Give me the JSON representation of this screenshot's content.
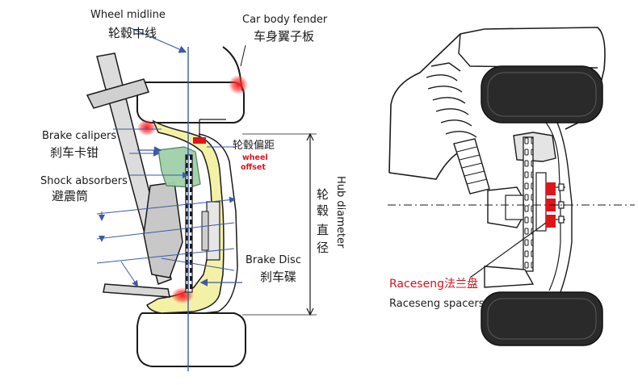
{
  "colors": {
    "accent_red": "#e0141b",
    "caliper_green": "#9fd0a8",
    "rim_yellow": "#f3f1a6",
    "axis_blue": "#3b5aa8",
    "outline": "#1a1a1a"
  },
  "left_panel": {
    "labels": {
      "wheel_midline_en": "Wheel midline",
      "wheel_midline_cn": "轮毂中线",
      "fender_en": "Car body fender",
      "fender_cn": "车身翼子板",
      "calipers_en": "Brake calipers",
      "calipers_cn": "刹车卡钳",
      "offset_cn": "轮毂偏距",
      "offset_en_1": "wheel",
      "offset_en_2": "offset",
      "shock_en": "Shock absorbers",
      "shock_cn": "避震筒",
      "hub_diameter_cn_1": "轮",
      "hub_diameter_cn_2": "毂",
      "hub_diameter_cn_3": "直",
      "hub_diameter_cn_4": "径",
      "hub_diameter_en": "Hub diameter",
      "disc_en": "Brake Disc",
      "disc_cn": "刹车碟"
    }
  },
  "right_panel": {
    "labels": {
      "raceseng_cn": "Raceseng法兰盘",
      "raceseng_en": "Raceseng spacers"
    }
  }
}
